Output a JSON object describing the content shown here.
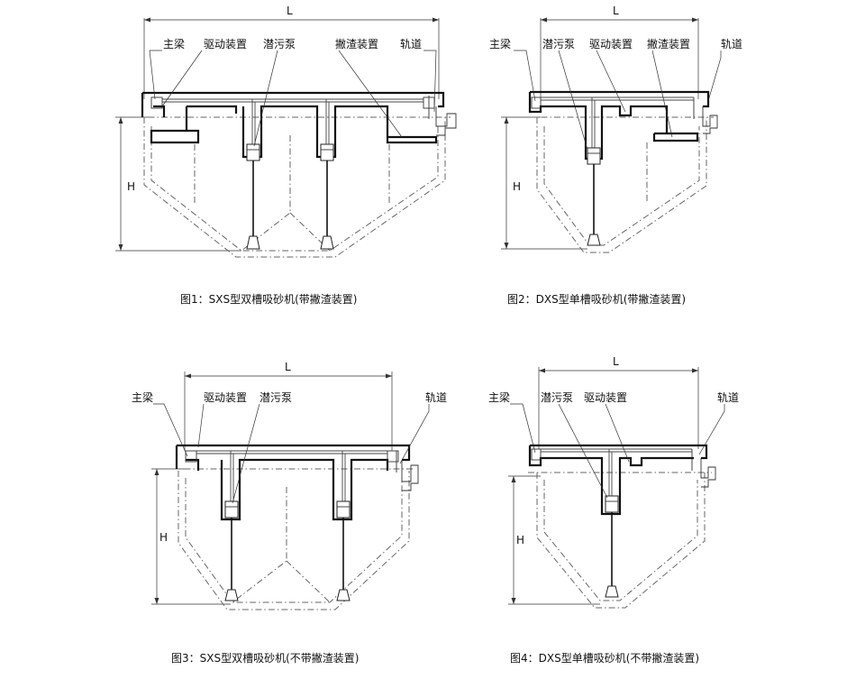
{
  "figures": [
    {
      "id": "fig1",
      "caption": "图1：SXS型双槽吸砂机(带撇渣装置)",
      "dim_L": "L",
      "dim_H": "H",
      "labels": {
        "beam": "主梁",
        "drive": "驱动装置",
        "pump": "潜污泵",
        "skimmer": "撇渣装置",
        "rail": "轨道"
      }
    },
    {
      "id": "fig2",
      "caption": "图2：DXS型单槽吸砂机(带撇渣装置)",
      "dim_L": "L",
      "dim_H": "H",
      "labels": {
        "beam": "主梁",
        "pump": "潜污泵",
        "drive": "驱动装置",
        "skimmer": "撇渣装置",
        "rail": "轨道"
      }
    },
    {
      "id": "fig3",
      "caption": "图3：SXS型双槽吸砂机(不带撇渣装置)",
      "dim_L": "L",
      "dim_H": "H",
      "labels": {
        "beam": "主梁",
        "drive": "驱动装置",
        "pump": "潜污泵",
        "rail": "轨道"
      }
    },
    {
      "id": "fig4",
      "caption": "图4：DXS型单槽吸砂机(不带撇渣装置)",
      "dim_L": "L",
      "dim_H": "H",
      "labels": {
        "beam": "主梁",
        "pump": "潜污泵",
        "drive": "驱动装置",
        "rail": "轨道"
      }
    }
  ]
}
